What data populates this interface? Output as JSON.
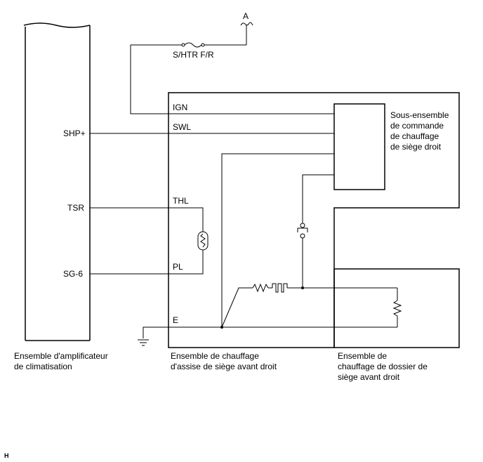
{
  "labels": {
    "connector_a": "A",
    "fuse": "S/HTR F/R",
    "ign": "IGN",
    "swl": "SWL",
    "thl": "THL",
    "pl": "PL",
    "e": "E",
    "shp": "SHP+",
    "tsr": "TSR",
    "sg6": "SG-6"
  },
  "controller_name": [
    "Sous-ensemble",
    "de commande",
    "de chauffage",
    "de siège droit"
  ],
  "captions": {
    "amplifier": [
      "Ensemble d'amplificateur",
      "de climatisation"
    ],
    "cushion": [
      "Ensemble de chauffage",
      "d'assise de siège avant droit"
    ],
    "back": [
      "Ensemble de",
      "chauffage de dossier de",
      "siège avant droit"
    ]
  },
  "corner_code": "H"
}
